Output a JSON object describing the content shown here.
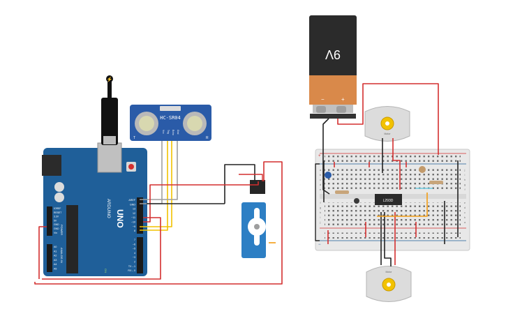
{
  "battery": {
    "label": "9V",
    "minus": "−",
    "plus": "+"
  },
  "sensor": {
    "model": "HC-SR04",
    "pins": [
      "Vcc",
      "Trig",
      "Echo",
      "Gnd"
    ],
    "t": "T",
    "r": "R"
  },
  "arduino": {
    "brand": "ARDUINO",
    "model": "UNO",
    "digital_header": "DIGITAL (PWM~)",
    "power_header": "POWER",
    "analog_header": "ANALOG IN",
    "top_pins": [
      "AREF",
      "GND",
      "13",
      "12",
      "~11",
      "~10",
      "~9",
      "8"
    ],
    "bottom_pins": [
      "7",
      "~6",
      "~5",
      "4",
      "~3",
      "2",
      "TX→1",
      "RX←0"
    ],
    "power_pins": [
      "IOREF",
      "RESET",
      "3.3V",
      "5V",
      "GND",
      "GND",
      "Vin"
    ],
    "analog_pins": [
      "A0",
      "A1",
      "A2",
      "A3",
      "A4",
      "A5"
    ],
    "on_label": "ON"
  },
  "chip": {
    "label": "L293D"
  },
  "motor_top": {
    "label": "Motor"
  },
  "motor_bottom": {
    "label": "Motor"
  },
  "breadboard": {
    "row_letters_left": [
      "a",
      "b",
      "c",
      "d",
      "e",
      "f",
      "g",
      "h",
      "i",
      "j"
    ],
    "row_letters_right": [
      "j",
      "i",
      "h",
      "g",
      "f",
      "e",
      "d",
      "c",
      "b",
      "a"
    ],
    "rail_plus": "+",
    "rail_minus": "−"
  },
  "colors": {
    "board_blue": "#1f5f99",
    "wire_red": "#d32f2f",
    "wire_black": "#222222",
    "wire_yellow": "#f2c200",
    "wire_gray": "#9e9e9e",
    "wire_orange": "#f39c12",
    "wire_cyan": "#6ecbe0",
    "sensor_blue": "#2a5ba8",
    "battery_orange": "#d9894a",
    "servo_blue": "#2d7fc4"
  }
}
